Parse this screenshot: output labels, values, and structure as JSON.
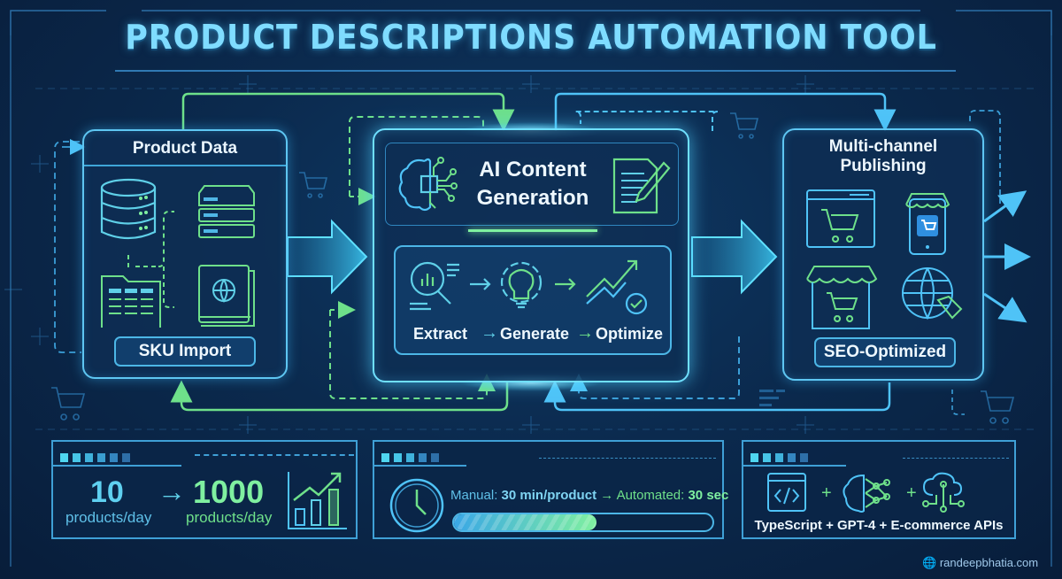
{
  "title": "PRODUCT DESCRIPTIONS AUTOMATION TOOL",
  "colors": {
    "background": "#0b2a4e",
    "accent_blue": "#5ec6f2",
    "accent_green": "#6ee08a",
    "title": "#7fdcff"
  },
  "stages": [
    {
      "title": "Product Data",
      "badge": "SKU Import",
      "icons": [
        "database-icon",
        "server-icon",
        "spreadsheet-folder-icon",
        "catalog-book-icon"
      ]
    },
    {
      "title_line1": "AI Content",
      "title_line2": "Generation",
      "icons": [
        "ai-brain-chip-icon",
        "document-pen-icon"
      ],
      "steps": [
        {
          "label": "Extract",
          "icon": "magnifier-chart-icon"
        },
        {
          "label": "Generate",
          "icon": "lightbulb-gear-icon"
        },
        {
          "label": "Optimize",
          "icon": "trend-check-icon"
        }
      ],
      "step_arrow": "→"
    },
    {
      "title_line1": "Multi-channel",
      "title_line2": "Publishing",
      "badge": "SEO-Optimized",
      "icons": [
        "web-store-icon",
        "mobile-shop-icon",
        "storefront-icon",
        "globe-tag-icon"
      ]
    }
  ],
  "stats": {
    "throughput": {
      "before_value": "10",
      "before_unit": "products/day",
      "arrow": "→",
      "after_value": "1000",
      "after_unit": "products/day",
      "icon": "growth-chart-icon"
    },
    "time": {
      "manual_label": "Manual:",
      "manual_value": "30 min/product",
      "arrow": "→",
      "auto_label": "Automated:",
      "auto_value": "30 sec",
      "progress_percent": 55,
      "icon": "clock-icon"
    },
    "stack": {
      "label": "TypeScript + GPT-4 + E-commerce APIs",
      "plus": "+",
      "icons": [
        "code-window-icon",
        "neural-brain-icon",
        "cloud-api-icon"
      ]
    }
  },
  "footer": {
    "website": "randeepbhatia.com"
  }
}
